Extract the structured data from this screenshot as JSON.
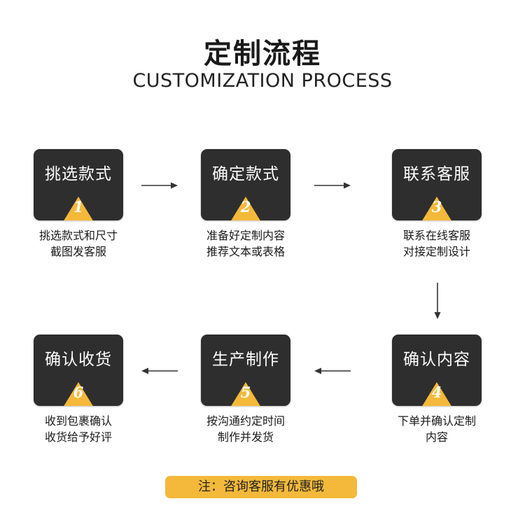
{
  "header": {
    "title": "定制流程",
    "subtitle": "CUSTOMIZATION PROCESS"
  },
  "steps": [
    {
      "number": "1",
      "label": "挑选款式",
      "desc": [
        "挑选款式和尺寸",
        "截图发客服"
      ]
    },
    {
      "number": "2",
      "label": "确定款式",
      "desc": [
        "准备好定制内容",
        "推荐文本或表格"
      ]
    },
    {
      "number": "3",
      "label": "联系客服",
      "desc": [
        "联系在线客服",
        "对接定制设计"
      ]
    },
    {
      "number": "4",
      "label": "确认内容",
      "desc": [
        "下单并确认定制",
        "内容"
      ]
    },
    {
      "number": "5",
      "label": "生产制作",
      "desc": [
        "按沟通约定时间",
        "制作并发货"
      ]
    },
    {
      "number": "6",
      "label": "确认收货",
      "desc": [
        "收到包裹确认",
        "收货给予好评"
      ]
    }
  ],
  "note": "注：咨询客服有优惠哦",
  "colors": {
    "box": "#2e2e2e",
    "accent": "#f4b93a",
    "arrow": "#333333"
  },
  "icons": {
    "flow_arrow": "arrow-icon",
    "step_marker": "triangle-icon"
  }
}
